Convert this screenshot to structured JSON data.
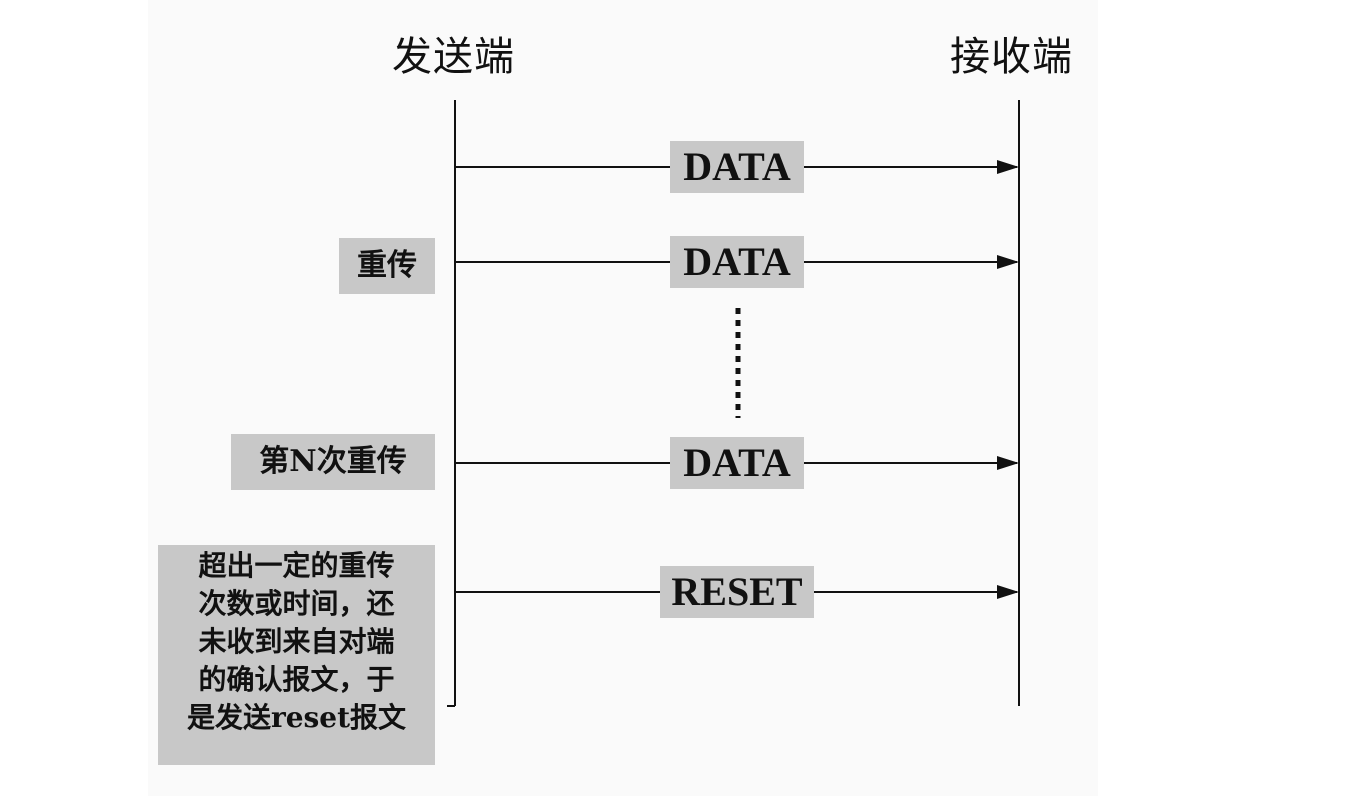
{
  "headers": {
    "sender": "发送端",
    "receiver": "接收端"
  },
  "messages": [
    {
      "label": "DATA",
      "note": ""
    },
    {
      "label": "DATA",
      "note": "重传"
    },
    {
      "label": "DATA",
      "note": "第N次重传"
    },
    {
      "label": "RESET",
      "note_lines": [
        "超出一定的重传",
        "次数或时间，还",
        "未收到来自对端",
        "的确认报文，于",
        "是发送reset报文"
      ]
    }
  ],
  "colors": {
    "label_bg": "#c8c8c8",
    "line": "#111111"
  }
}
